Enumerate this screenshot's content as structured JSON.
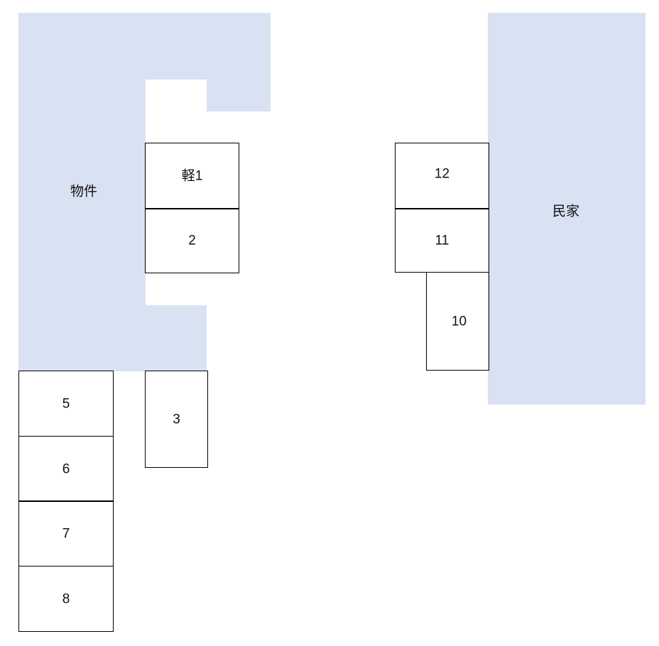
{
  "property": {
    "label": "物件"
  },
  "neighbor": {
    "label": "民家"
  },
  "parking_slots": [
    {
      "id": "1",
      "label": "軽1"
    },
    {
      "id": "2",
      "label": "2"
    },
    {
      "id": "3",
      "label": "3"
    },
    {
      "id": "5",
      "label": "5"
    },
    {
      "id": "6",
      "label": "6"
    },
    {
      "id": "7",
      "label": "7"
    },
    {
      "id": "8",
      "label": "8"
    },
    {
      "id": "10",
      "label": "10"
    },
    {
      "id": "11",
      "label": "11"
    },
    {
      "id": "12",
      "label": "12"
    }
  ],
  "colors": {
    "building_fill": "#d9e2f2",
    "slot_border": "#000000",
    "background": "#ffffff"
  }
}
